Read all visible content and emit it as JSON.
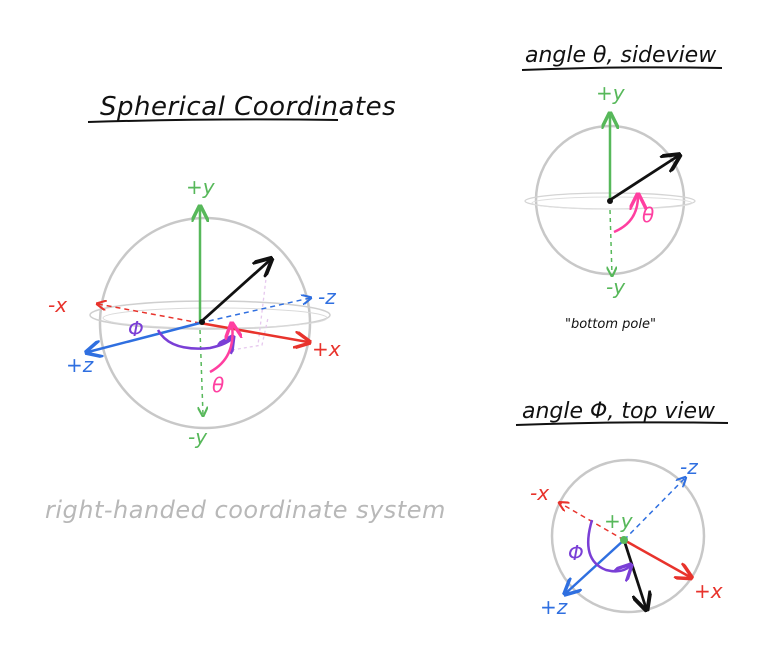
{
  "main": {
    "title": "Spherical Coordinates",
    "caption": "right-handed coordinate system",
    "labels": {
      "py": "+y",
      "ny": "-y",
      "nx": "-x",
      "px": "+x",
      "pz": "+z",
      "nz": "-z",
      "phi": "Φ",
      "theta": "θ"
    }
  },
  "side": {
    "title": "angle θ, sideview",
    "labels": {
      "py": "+y",
      "ny": "-y",
      "theta": "θ"
    },
    "note": "\"bottom pole\""
  },
  "top": {
    "title": "angle Φ, top view",
    "labels": {
      "nx": "-x",
      "nz": "-z",
      "py": "+y",
      "pz": "+z",
      "px": "+x",
      "phi": "Φ"
    }
  },
  "colors": {
    "x": "#e8332c",
    "y": "#57b85a",
    "z": "#2f6fe0",
    "phi": "#7a3fd6",
    "theta": "#ff3fa0",
    "vector": "#111111",
    "sphere": "#c8c8c8"
  }
}
